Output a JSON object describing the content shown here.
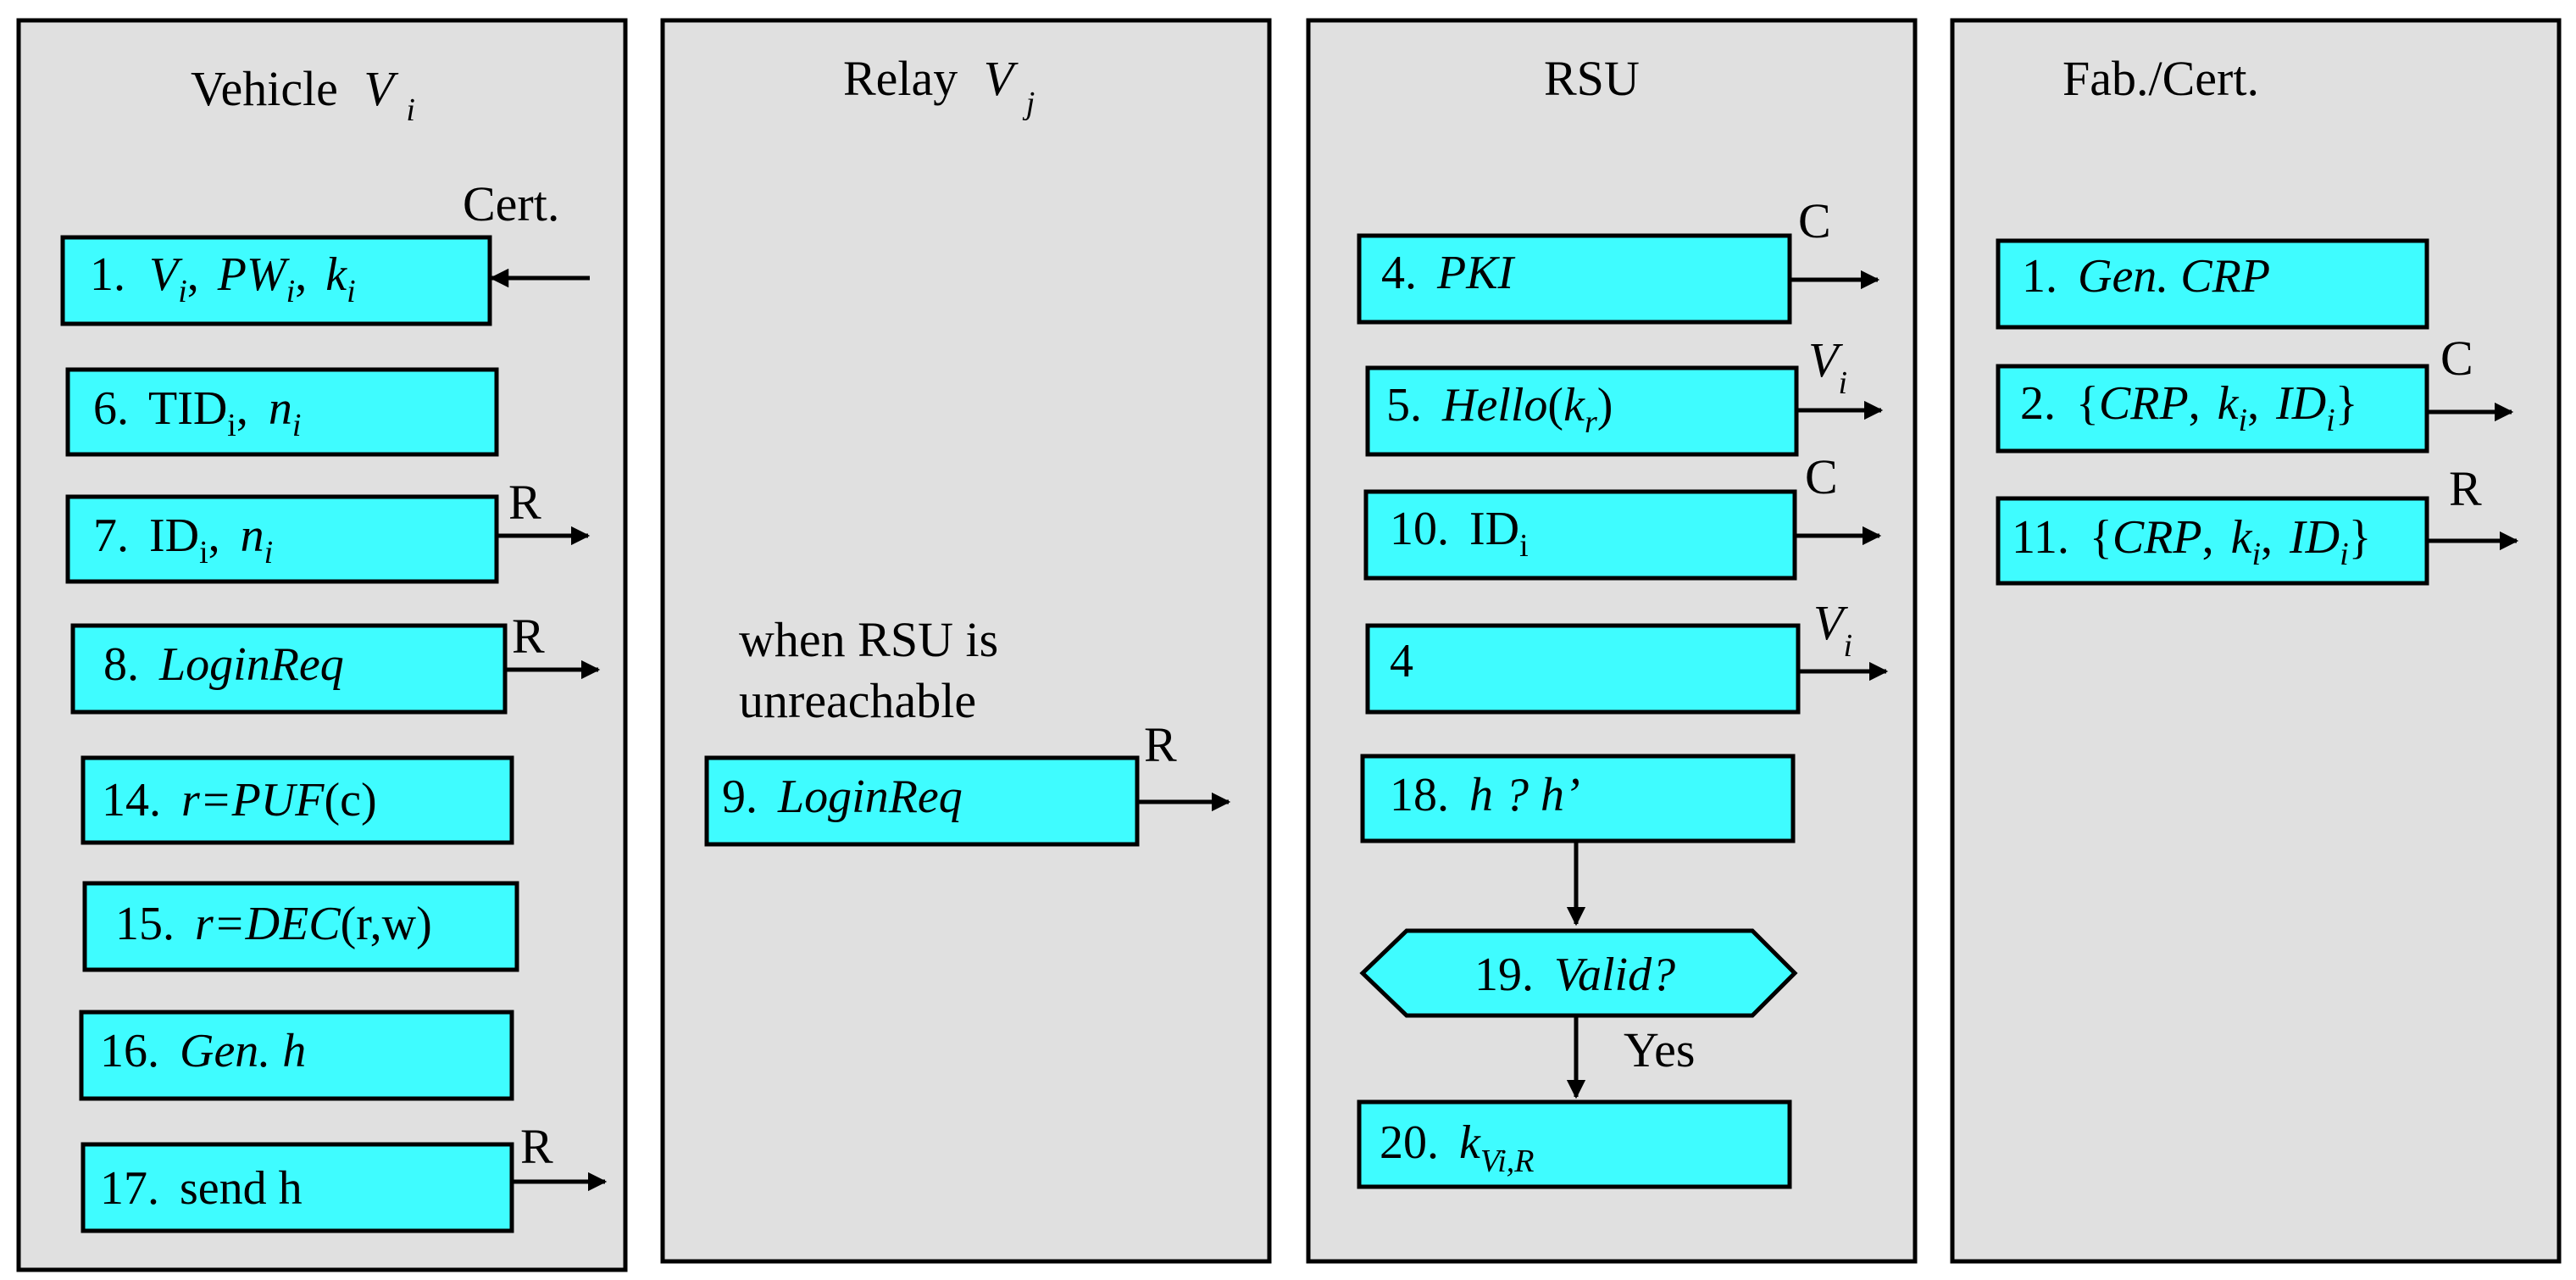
{
  "lanes": {
    "vehicle": {
      "title": "Vehicle",
      "var": "V",
      "sub": "i"
    },
    "relay": {
      "title": "Relay",
      "var": "V",
      "sub": "j"
    },
    "rsu": {
      "title": "RSU"
    },
    "fab": {
      "title": "Fab./Cert."
    }
  },
  "labels": {
    "cert": "Cert.",
    "relay_note_1": "when RSU is",
    "relay_note_2": "unreachable",
    "yes": "Yes",
    "R": "R",
    "C": "C",
    "V": "V",
    "i": "i"
  },
  "steps": {
    "v1": {
      "num": "1.",
      "a": "V",
      "a_sub": "i",
      "b": "PW",
      "b_sub": "i",
      "c": "k",
      "c_sub": "i"
    },
    "v6": {
      "num": "6.",
      "a": "TID",
      "a_sub": "i",
      "b": "n",
      "b_sub": "i"
    },
    "v7": {
      "num": "7.",
      "a": "ID",
      "a_sub": "i",
      "b": "n",
      "b_sub": "i"
    },
    "v8": {
      "num": "8.",
      "text": "LoginReq"
    },
    "v14": {
      "num": "14.",
      "r": "r=",
      "f": "PUF",
      "arg": "(c)"
    },
    "v15": {
      "num": "15.",
      "r": "r=",
      "f": "DEC",
      "arg": "(r,w)"
    },
    "v16": {
      "num": "16.",
      "text": "Gen. h"
    },
    "v17": {
      "num": "17.",
      "text": "send h"
    },
    "r9": {
      "num": "9.",
      "text": "LoginReq"
    },
    "s4": {
      "num": "4.",
      "text": "PKI"
    },
    "s5": {
      "num": "5.",
      "f": "Hello",
      "k": "k",
      "k_sub": "r"
    },
    "s10": {
      "num": "10.",
      "a": "ID",
      "a_sub": "i"
    },
    "s4b": {
      "text": "4"
    },
    "s18": {
      "num": "18.",
      "text": "h ? h’"
    },
    "s19": {
      "num": "19.",
      "text": "Valid?"
    },
    "s20": {
      "num": "20.",
      "k": "k",
      "k_sub": "Vi,R"
    },
    "f1": {
      "num": "1.",
      "text": "Gen. CRP"
    },
    "f2": {
      "num": "2.",
      "crp": "CRP",
      "k": "k",
      "k_sub": "i",
      "id": "ID",
      "id_sub": "i"
    },
    "f11": {
      "num": "11.",
      "crp": "CRP",
      "k": "k",
      "k_sub": "i",
      "id": "ID",
      "id_sub": "i"
    }
  }
}
